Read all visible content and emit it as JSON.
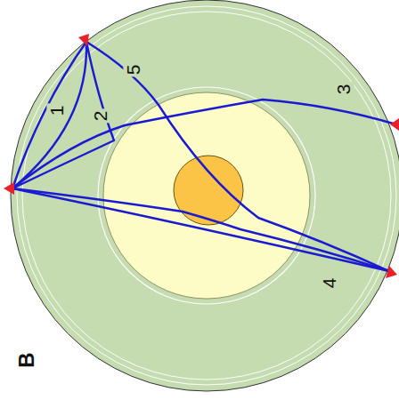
{
  "diagram": {
    "labels": [
      "B",
      "1",
      "2",
      "5",
      "3",
      "4"
    ]
  }
}
